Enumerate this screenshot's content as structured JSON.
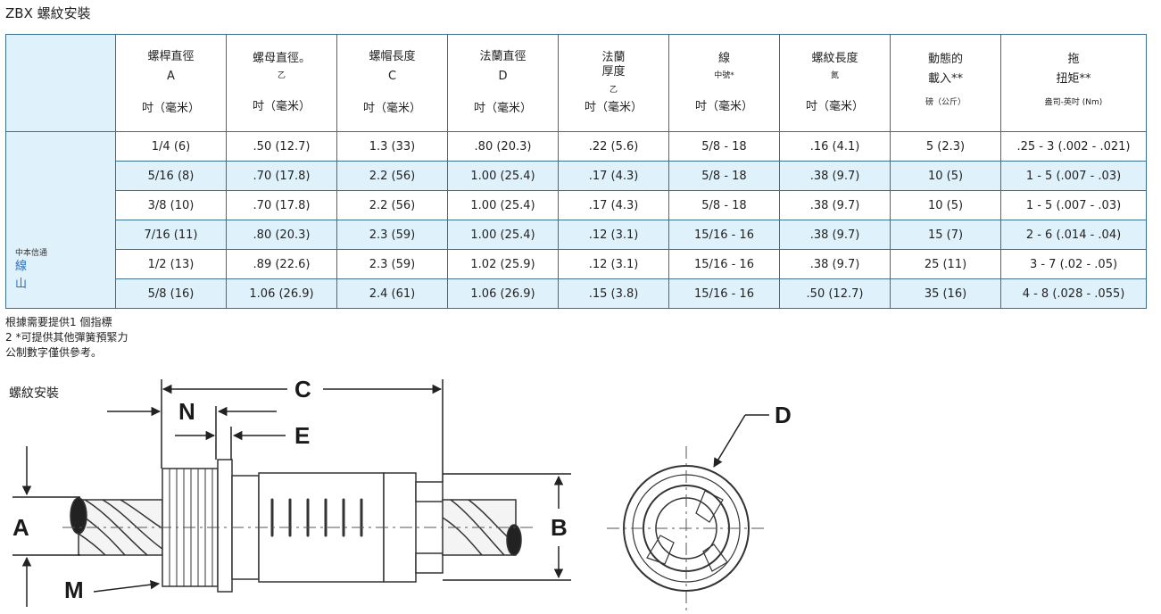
{
  "page_title": "ZBX 螺紋安裝",
  "table": {
    "side": {
      "small": "中本信通",
      "link1": "線",
      "link2": "山"
    },
    "headers": [
      {
        "l1": "螺桿直徑",
        "l2": "A",
        "l3": "吋（毫米）"
      },
      {
        "l1": "螺母直徑。",
        "l2": "乙",
        "l3": "吋（毫米）"
      },
      {
        "l1": "螺帽長度",
        "l2": "C",
        "l3": "吋（毫米）"
      },
      {
        "l1": "法蘭直徑",
        "l2": "D",
        "l3": "吋（毫米）"
      },
      {
        "l0": "法蘭",
        "l1": "厚度",
        "l2": "乙",
        "l3": "吋（毫米）"
      },
      {
        "l1": "線",
        "l2": "中號*",
        "l3": "吋（毫米）"
      },
      {
        "l1": "螺紋長度",
        "l2": "氮",
        "l3": "吋（毫米）"
      },
      {
        "l1": "動態的",
        "l1b": "載入**",
        "l3": "磅（公斤）"
      },
      {
        "l1": "拖",
        "l1b": "扭矩**",
        "l3": "盎司-英吋 (Nm)"
      }
    ],
    "rows": [
      [
        "1/4 (6)",
        ".50 (12.7)",
        "1.3 (33)",
        ".80 (20.3)",
        ".22 (5.6)",
        "5/8 - 18",
        ".16 (4.1)",
        "5 (2.3)",
        ".25 - 3 (.002 - .021)"
      ],
      [
        "5/16 (8)",
        ".70 (17.8)",
        "2.2 (56)",
        "1.00 (25.4)",
        ".17 (4.3)",
        "5/8 - 18",
        ".38 (9.7)",
        "10 (5)",
        "1 - 5 (.007 - .03)"
      ],
      [
        "3/8 (10)",
        ".70 (17.8)",
        "2.2 (56)",
        "1.00 (25.4)",
        ".17 (4.3)",
        "5/8 - 18",
        ".38 (9.7)",
        "10 (5)",
        "1 - 5 (.007 - .03)"
      ],
      [
        "7/16 (11)",
        ".80 (20.3)",
        "2.3 (59)",
        "1.00 (25.4)",
        ".12 (3.1)",
        "15/16 - 16",
        ".38 (9.7)",
        "15 (7)",
        "2 - 6 (.014 - .04)"
      ],
      [
        "1/2 (13)",
        ".89 (22.6)",
        "2.3 (59)",
        "1.02 (25.9)",
        ".12 (3.1)",
        "15/16 - 16",
        ".38 (9.7)",
        "25 (11)",
        "3 - 7 (.02 - .05)"
      ],
      [
        "5/8 (16)",
        "1.06 (26.9)",
        "2.4 (61)",
        "1.06 (26.9)",
        ".15 (3.8)",
        "15/16 - 16",
        ".50 (12.7)",
        "35 (16)",
        "4 - 8 (.028 - .055)"
      ]
    ]
  },
  "notes": [
    "根據需要提供1 個指標",
    "2 *可提供其他彈簧預緊力",
    "公制數字僅供參考。"
  ],
  "diagram": {
    "title": "螺紋安裝",
    "labels": {
      "a": "A",
      "b": "B",
      "c": "C",
      "d": "D",
      "e": "E",
      "m": "M",
      "n": "N"
    }
  }
}
